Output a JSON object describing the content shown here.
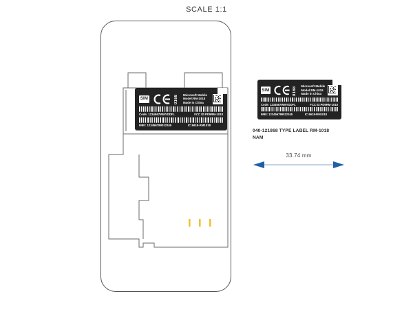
{
  "title": "SCALE 1:1",
  "label": {
    "sim_badge": "SIM",
    "ce_mark_icon": "ce-mark-icon",
    "ce_notified_body_number": "0168",
    "datamatrix_icon": "datamatrix-code-icon",
    "brand_lines": [
      "Microsoft Mobile",
      "Model:RM-1018",
      "Made in China"
    ],
    "barcode_icon": "barcode-icon",
    "row1": {
      "left": "Code: 1234567WMYDDFL",
      "right": "FCC ID:PD9RM-1018"
    },
    "row2": {
      "left": "IMEI: 123456789012345",
      "right": "IC:6618-RM1018"
    }
  },
  "caption": {
    "line1": "040-121868  TYPE LABEL RM-1018",
    "line2": "NAM"
  },
  "dimension": {
    "value": "33.74 mm",
    "arrow_icon": "dimension-arrow-icon"
  },
  "colors": {
    "label_background": "#232323",
    "label_text": "#ffffff",
    "outline": "#555555",
    "dimension_arrow": "#1f5fa8",
    "dimension_text": "#4a4a4a",
    "contact_pad": "#f2c230"
  }
}
